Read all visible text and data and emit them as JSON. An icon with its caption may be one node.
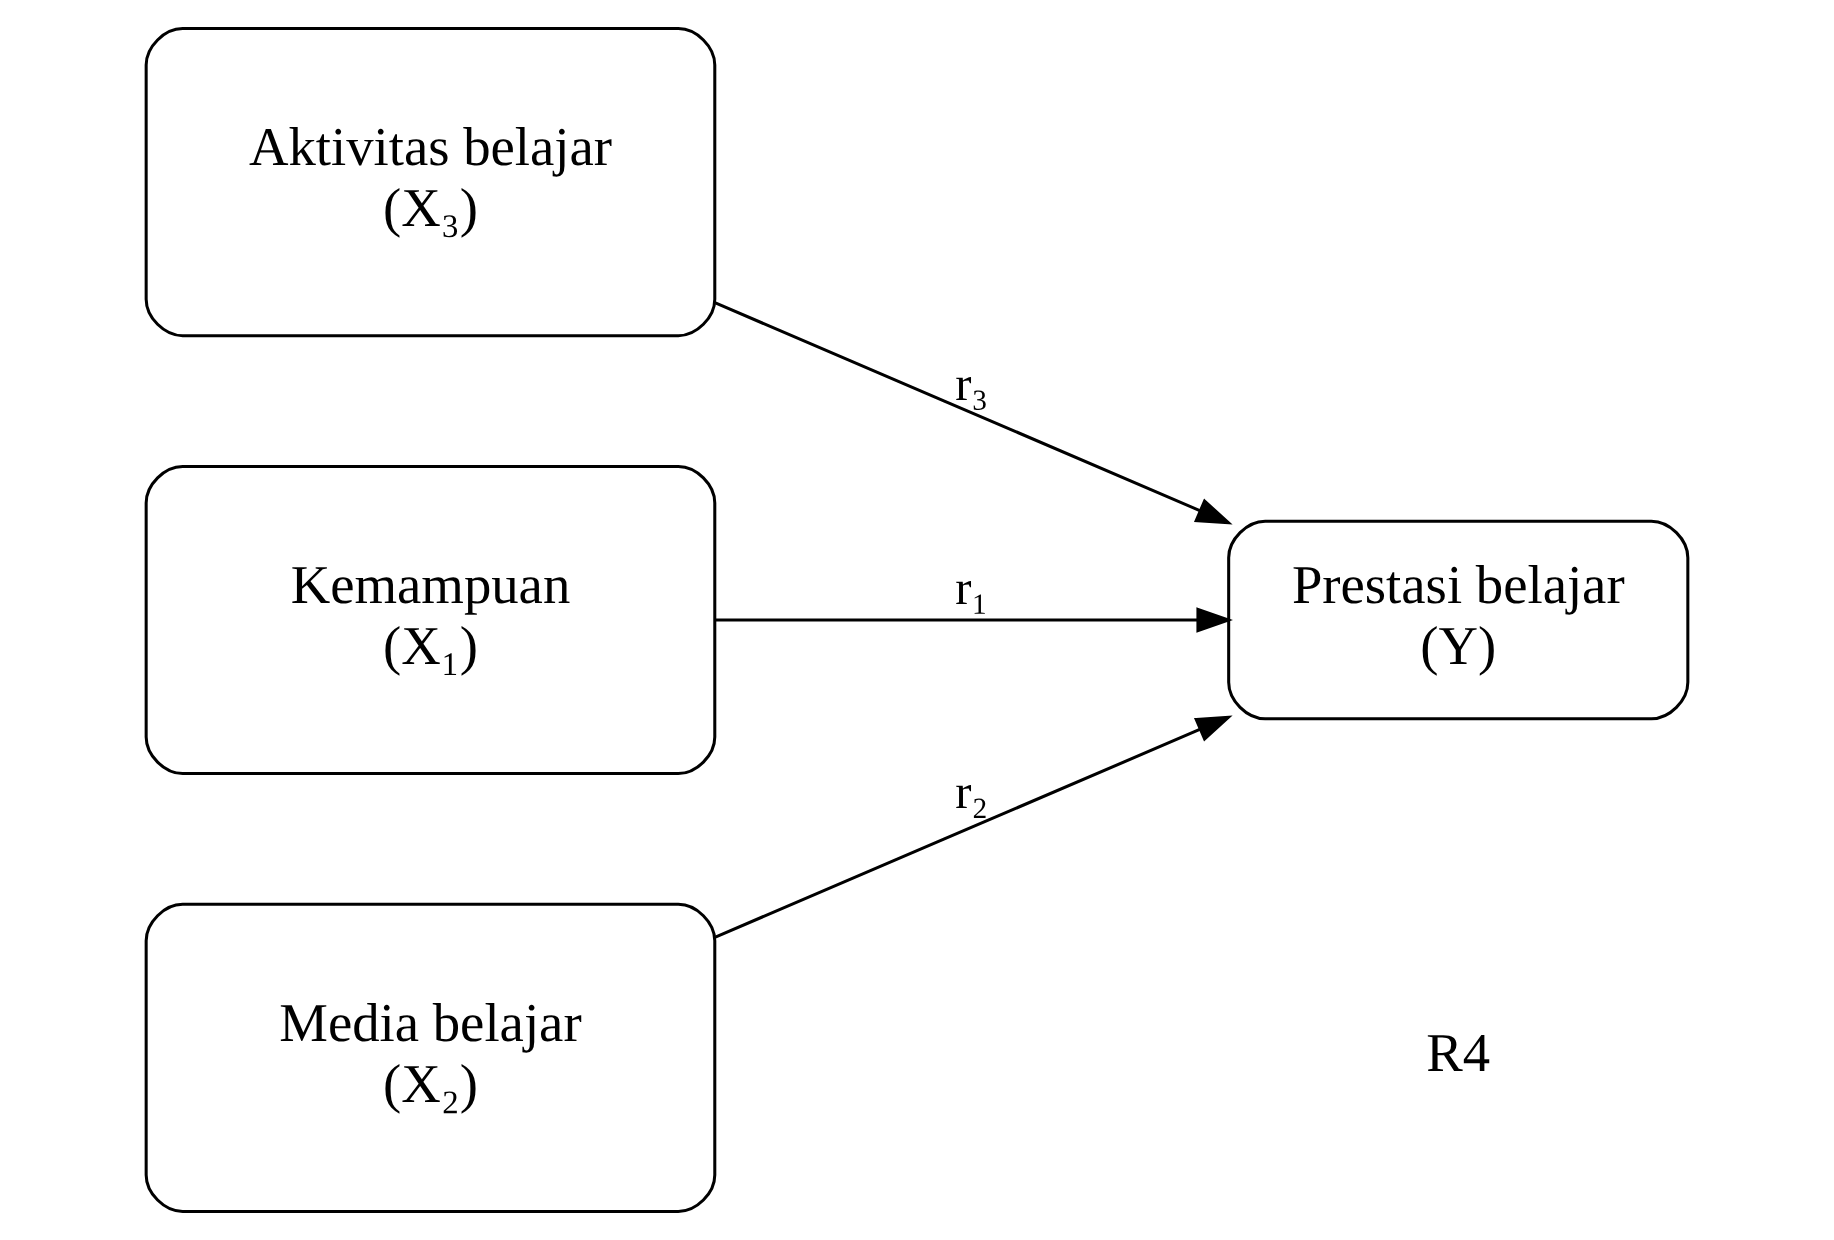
{
  "diagram": {
    "nodes": [
      {
        "text": [
          "Kemampuan",
          "(X₁)"
        ]
      },
      {
        "text": [
          "Media belajar",
          "(X₂)"
        ]
      },
      {
        "text": [
          "Aktivitas belajar",
          "(X₃)"
        ]
      },
      {
        "text": [
          "Prestasi belajar",
          "(Y)"
        ]
      }
    ],
    "edges": [
      {
        "from": 0,
        "to": 3,
        "arrow": "to",
        "label": "r₁"
      },
      {
        "from": 1,
        "to": 3,
        "arrow": "to",
        "label": "r₂"
      },
      {
        "from": 2,
        "to": 3,
        "arrow": "to",
        "label": "r₃"
      }
    ],
    "labels": [
      "R4"
    ]
  }
}
